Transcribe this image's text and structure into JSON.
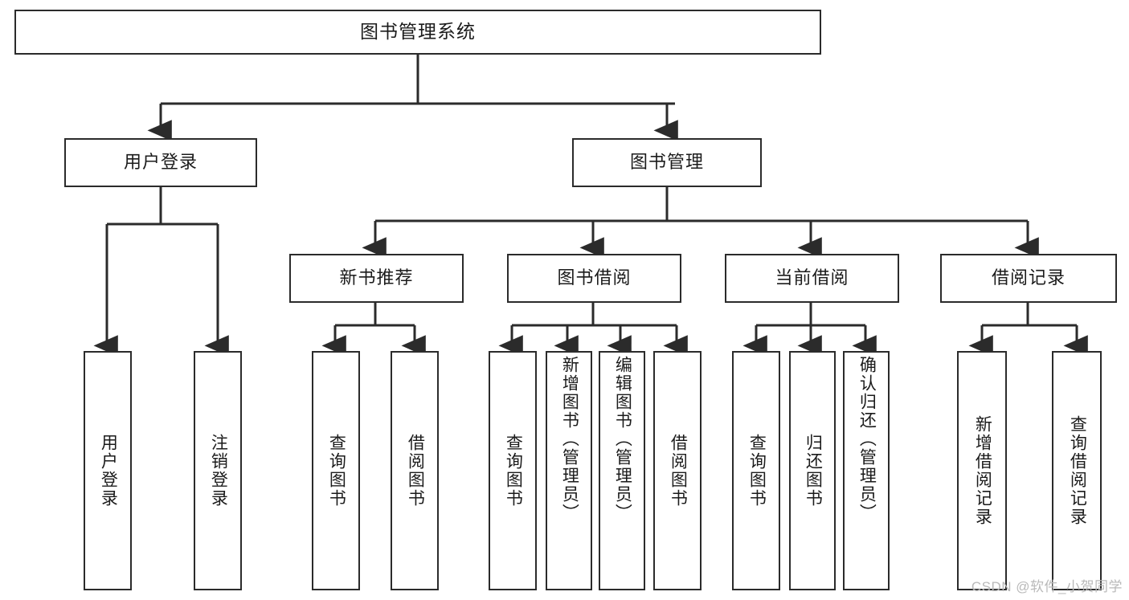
{
  "diagram": {
    "type": "tree-hierarchy",
    "title": "图书管理系统",
    "theme": {
      "background": "#ffffff",
      "box_stroke": "#2b2b2b",
      "box_fill": "#ffffff",
      "edge_stroke": "#2b2b2b",
      "text_color": "#1b1b1b",
      "watermark_color": "#b9b9b9"
    },
    "watermark": "CSDN @软件_小贺同学",
    "levels": {
      "root": {
        "label": "图书管理系统"
      },
      "level2": [
        {
          "id": "user-login",
          "label": "用户登录"
        },
        {
          "id": "book-manage",
          "label": "图书管理"
        }
      ],
      "level3": [
        {
          "id": "new-book-rec",
          "label": "新书推荐"
        },
        {
          "id": "book-borrow",
          "label": "图书借阅"
        },
        {
          "id": "current-borrow",
          "label": "当前借阅"
        },
        {
          "id": "borrow-record",
          "label": "借阅记录"
        }
      ],
      "leaves": [
        {
          "id": "leaf-user-login",
          "parent": "user-login",
          "label": "用户登录"
        },
        {
          "id": "leaf-user-logout",
          "parent": "user-login",
          "label": "注销登录"
        },
        {
          "id": "leaf-rec-query-book",
          "parent": "new-book-rec",
          "label": "查询图书"
        },
        {
          "id": "leaf-rec-borrow-book",
          "parent": "new-book-rec",
          "label": "借阅图书"
        },
        {
          "id": "leaf-borrow-query-book",
          "parent": "book-borrow",
          "label": "查询图书"
        },
        {
          "id": "leaf-add-book",
          "parent": "book-borrow",
          "label": "新增图书（管理员）"
        },
        {
          "id": "leaf-edit-book",
          "parent": "book-borrow",
          "label": "编辑图书（管理员）"
        },
        {
          "id": "leaf-borrow-book",
          "parent": "book-borrow",
          "label": "借阅图书"
        },
        {
          "id": "leaf-cur-query-book",
          "parent": "current-borrow",
          "label": "查询图书"
        },
        {
          "id": "leaf-return-book",
          "parent": "current-borrow",
          "label": "归还图书"
        },
        {
          "id": "leaf-confirm-return",
          "parent": "current-borrow",
          "label": "确认归还（管理员）"
        },
        {
          "id": "leaf-add-record",
          "parent": "borrow-record",
          "label": "新增借阅记录"
        },
        {
          "id": "leaf-query-record",
          "parent": "borrow-record",
          "label": "查询借阅记录"
        }
      ]
    }
  }
}
